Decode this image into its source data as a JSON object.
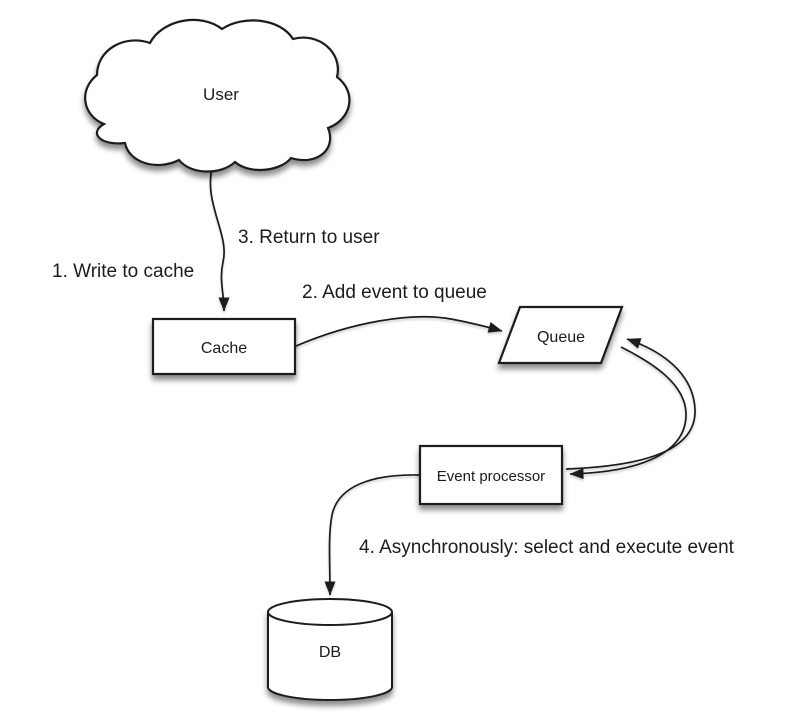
{
  "diagram": {
    "type": "flow-diagram",
    "pattern": "write-behind cache",
    "nodes": {
      "user": {
        "label": "User",
        "shape": "cloud"
      },
      "cache": {
        "label": "Cache",
        "shape": "rectangle"
      },
      "queue": {
        "label": "Queue",
        "shape": "parallelogram"
      },
      "event_processor": {
        "label": "Event processor",
        "shape": "rectangle"
      },
      "db": {
        "label": "DB",
        "shape": "cylinder"
      }
    },
    "steps": {
      "step1": "1. Write to cache",
      "step2": "2. Add event to queue",
      "step3": "3. Return to user",
      "step4": "4. Asynchronously: select and execute event"
    },
    "edges": [
      {
        "id": "user-to-cache",
        "from": "user",
        "to": "cache"
      },
      {
        "id": "cache-to-queue",
        "from": "cache",
        "to": "queue"
      },
      {
        "id": "event_processor-to-queue",
        "from": "event_processor",
        "to": "queue"
      },
      {
        "id": "queue-to-event_processor",
        "from": "queue",
        "to": "event_processor"
      },
      {
        "id": "event_processor-to-db",
        "from": "event_processor",
        "to": "db"
      }
    ],
    "colors": {
      "stroke": "#1c1c1c",
      "text": "#1c1c1c",
      "shape_fill": "#ffffff",
      "background": "#ffffff"
    }
  }
}
